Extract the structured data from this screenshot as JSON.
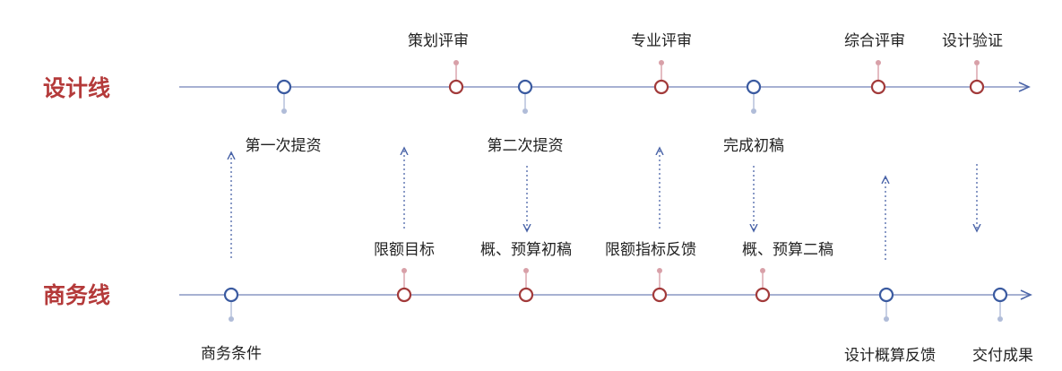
{
  "colors": {
    "design_title": "#b43a3a",
    "business_title": "#b43a3a",
    "line": "#8a97c4",
    "review_node": "#a23a3a",
    "submit_node": "#3a5aa0",
    "tick_red": "#d8a0a8",
    "tick_blue": "#b0bcd8",
    "arrow": "#4a64a8"
  },
  "design_line": {
    "title": "设计线",
    "labels": {
      "review1": "策划评审",
      "review2": "专业评审",
      "review3": "综合评审",
      "review4": "设计验证",
      "submit1": "第一次提资",
      "submit2": "第二次提资",
      "draft": "完成初稿"
    }
  },
  "business_line": {
    "title": "商务线",
    "labels": {
      "conditions": "商务条件",
      "limit_target": "限额目标",
      "estimate_first": "概、预算初稿",
      "limit_feedback": "限额指标反馈",
      "estimate_second": "概、预算二稿",
      "design_estimate_feedback": "设计概算反馈",
      "deliverable": "交付成果"
    }
  }
}
